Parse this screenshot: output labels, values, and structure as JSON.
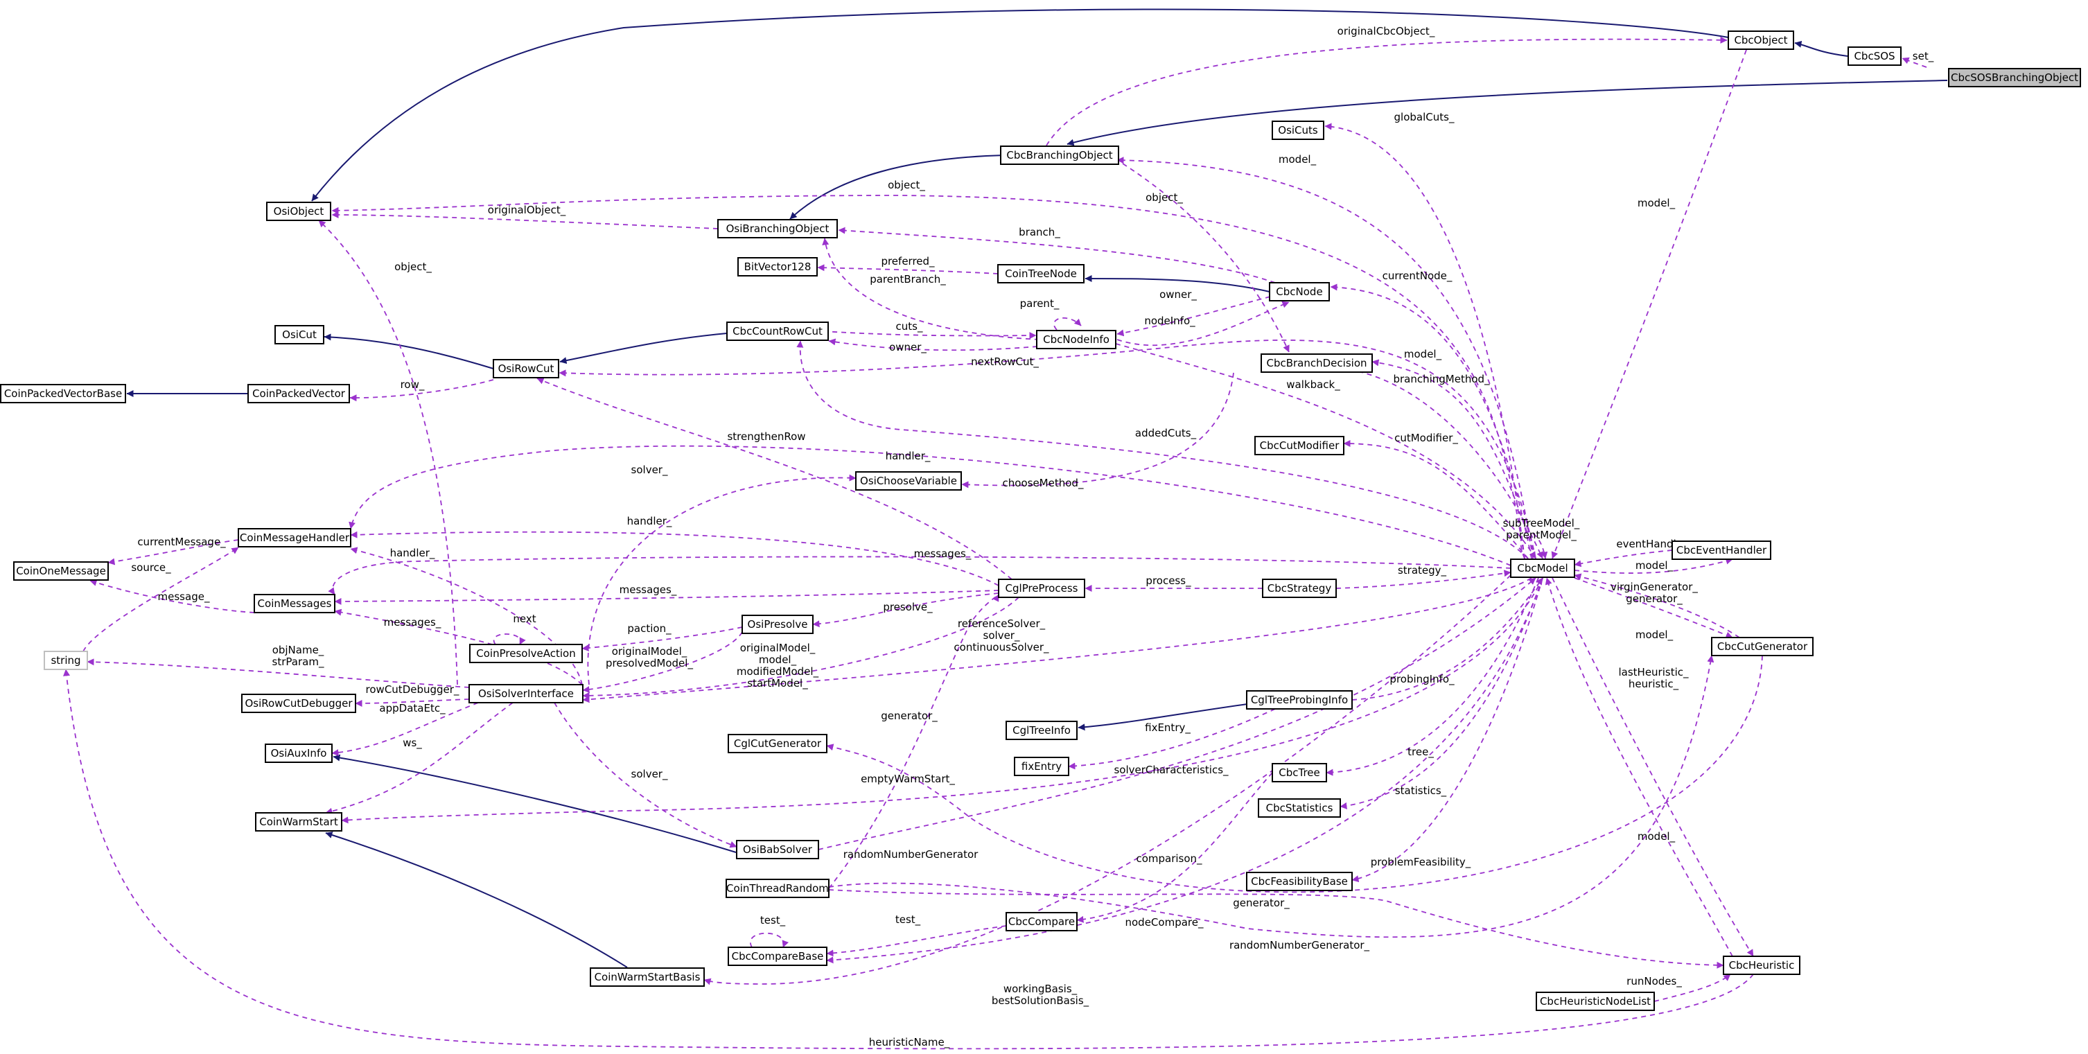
{
  "nodes": [
    {
      "id": "CbcSOSBranchingObject",
      "label": "CbcSOSBranchingObject",
      "style": "highlight"
    },
    {
      "id": "CbcSOS",
      "label": "CbcSOS"
    },
    {
      "id": "CbcObject",
      "label": "CbcObject"
    },
    {
      "id": "CbcBranchingObject",
      "label": "CbcBranchingObject"
    },
    {
      "id": "OsiCuts",
      "label": "OsiCuts"
    },
    {
      "id": "OsiObject",
      "label": "OsiObject"
    },
    {
      "id": "OsiBranchingObject",
      "label": "OsiBranchingObject"
    },
    {
      "id": "BitVector128",
      "label": "BitVector128"
    },
    {
      "id": "CoinTreeNode",
      "label": "CoinTreeNode"
    },
    {
      "id": "CbcNode",
      "label": "CbcNode"
    },
    {
      "id": "OsiCut",
      "label": "OsiCut"
    },
    {
      "id": "CbcCountRowCut",
      "label": "CbcCountRowCut"
    },
    {
      "id": "CbcNodeInfo",
      "label": "CbcNodeInfo"
    },
    {
      "id": "OsiRowCut",
      "label": "OsiRowCut"
    },
    {
      "id": "CbcBranchDecision",
      "label": "CbcBranchDecision"
    },
    {
      "id": "CoinPackedVectorBase",
      "label": "CoinPackedVectorBase"
    },
    {
      "id": "CoinPackedVector",
      "label": "CoinPackedVector"
    },
    {
      "id": "CbcCutModifier",
      "label": "CbcCutModifier"
    },
    {
      "id": "OsiChooseVariable",
      "label": "OsiChooseVariable"
    },
    {
      "id": "CoinMessageHandler",
      "label": "CoinMessageHandler"
    },
    {
      "id": "CoinOneMessage",
      "label": "CoinOneMessage"
    },
    {
      "id": "CbcModel",
      "label": "CbcModel"
    },
    {
      "id": "CbcEventHandler",
      "label": "CbcEventHandler"
    },
    {
      "id": "CoinMessages",
      "label": "CoinMessages"
    },
    {
      "id": "CglPreProcess",
      "label": "CglPreProcess"
    },
    {
      "id": "CbcStrategy",
      "label": "CbcStrategy"
    },
    {
      "id": "OsiPresolve",
      "label": "OsiPresolve"
    },
    {
      "id": "string",
      "label": "string",
      "style": "grey"
    },
    {
      "id": "CoinPresolveAction",
      "label": "CoinPresolveAction"
    },
    {
      "id": "CbcCutGenerator",
      "label": "CbcCutGenerator"
    },
    {
      "id": "OsiRowCutDebugger",
      "label": "OsiRowCutDebugger"
    },
    {
      "id": "OsiSolverInterface",
      "label": "OsiSolverInterface"
    },
    {
      "id": "CglTreeProbingInfo",
      "label": "CglTreeProbingInfo"
    },
    {
      "id": "CglCutGenerator",
      "label": "CglCutGenerator"
    },
    {
      "id": "CglTreeInfo",
      "label": "CglTreeInfo"
    },
    {
      "id": "OsiAuxInfo",
      "label": "OsiAuxInfo"
    },
    {
      "id": "fixEntry",
      "label": "fixEntry"
    },
    {
      "id": "CbcTree",
      "label": "CbcTree"
    },
    {
      "id": "CoinWarmStart",
      "label": "CoinWarmStart"
    },
    {
      "id": "CbcStatistics",
      "label": "CbcStatistics"
    },
    {
      "id": "OsiBabSolver",
      "label": "OsiBabSolver"
    },
    {
      "id": "CoinThreadRandom",
      "label": "CoinThreadRandom"
    },
    {
      "id": "CbcFeasibilityBase",
      "label": "CbcFeasibilityBase"
    },
    {
      "id": "CbcCompare",
      "label": "CbcCompare"
    },
    {
      "id": "CbcCompareBase",
      "label": "CbcCompareBase"
    },
    {
      "id": "CbcHeuristic",
      "label": "CbcHeuristic"
    },
    {
      "id": "CoinWarmStartBasis",
      "label": "CoinWarmStartBasis"
    },
    {
      "id": "CbcHeuristicNodeList",
      "label": "CbcHeuristicNodeList"
    }
  ],
  "edges": [
    {
      "kind": "inherit",
      "from": "CbcSOS",
      "to": "CbcObject",
      "label": ""
    },
    {
      "kind": "inherit",
      "from": "CbcObject",
      "to": "OsiObject",
      "label": ""
    },
    {
      "kind": "inherit",
      "from": "CbcSOSBranchingObject",
      "to": "CbcBranchingObject",
      "label": ""
    },
    {
      "kind": "inherit",
      "from": "CbcBranchingObject",
      "to": "OsiBranchingObject",
      "label": ""
    },
    {
      "kind": "inherit",
      "from": "CbcNode",
      "to": "CoinTreeNode",
      "label": ""
    },
    {
      "kind": "inherit",
      "from": "CbcCountRowCut",
      "to": "OsiRowCut",
      "label": ""
    },
    {
      "kind": "inherit",
      "from": "OsiRowCut",
      "to": "OsiCut",
      "label": ""
    },
    {
      "kind": "inherit",
      "from": "CoinPackedVector",
      "to": "CoinPackedVectorBase",
      "label": ""
    },
    {
      "kind": "inherit",
      "from": "CglTreeProbingInfo",
      "to": "CglTreeInfo",
      "label": ""
    },
    {
      "kind": "inherit",
      "from": "OsiBabSolver",
      "to": "OsiAuxInfo",
      "label": ""
    },
    {
      "kind": "inherit",
      "from": "CoinWarmStartBasis",
      "to": "CoinWarmStart",
      "label": ""
    },
    {
      "kind": "usage",
      "from": "CbcSOS",
      "to": "CbcSOSBranchingObject",
      "label": "set_"
    },
    {
      "kind": "usage",
      "from": "CbcObject",
      "to": "CbcBranchingObject",
      "label": "originalCbcObject_"
    },
    {
      "kind": "usage",
      "from": "CbcModel",
      "to": "CbcObject",
      "label": "model_"
    },
    {
      "kind": "usage",
      "from": "OsiCuts",
      "to": "CbcModel",
      "label": "globalCuts_"
    },
    {
      "kind": "usage",
      "from": "CbcModel",
      "to": "CbcBranchingObject",
      "label": "model_"
    },
    {
      "kind": "usage",
      "from": "OsiObject",
      "to": "CbcModel",
      "label": "object_"
    },
    {
      "kind": "usage",
      "from": "OsiObject",
      "to": "OsiBranchingObject",
      "label": "originalObject_"
    },
    {
      "kind": "usage",
      "from": "OsiObject",
      "to": "OsiSolverInterface",
      "label": "object_"
    },
    {
      "kind": "usage",
      "from": "CbcBranchingObject",
      "to": "CbcBranchDecision",
      "label": "object_"
    },
    {
      "kind": "usage",
      "from": "OsiBranchingObject",
      "to": "CbcNode",
      "label": "branch_"
    },
    {
      "kind": "usage",
      "from": "OsiBranchingObject",
      "to": "CbcNodeInfo",
      "label": "parentBranch_"
    },
    {
      "kind": "usage",
      "from": "BitVector128",
      "to": "CoinTreeNode",
      "label": "preferred_"
    },
    {
      "kind": "usage",
      "from": "CbcNode",
      "to": "CbcModel",
      "label": "currentNode_"
    },
    {
      "kind": "usage",
      "from": "CbcNodeInfo",
      "to": "CbcNode",
      "label": "nodeInfo_"
    },
    {
      "kind": "usage",
      "from": "CbcNode",
      "to": "CbcNodeInfo",
      "label": "owner_"
    },
    {
      "kind": "usage",
      "from": "CbcNodeInfo",
      "to": "CbcNodeInfo",
      "label": "parent_"
    },
    {
      "kind": "usage",
      "from": "CbcCountRowCut",
      "to": "CbcNodeInfo",
      "label": "cuts_"
    },
    {
      "kind": "usage",
      "from": "CbcNodeInfo",
      "to": "CbcCountRowCut",
      "label": "owner_"
    },
    {
      "kind": "usage",
      "from": "CbcNodeInfo",
      "to": "CbcModel",
      "label": "walkback_"
    },
    {
      "kind": "usage",
      "from": "OsiRowCut",
      "to": "CbcModel",
      "label": "nextRowCut_"
    },
    {
      "kind": "usage",
      "from": "CbcCountRowCut",
      "to": "CbcModel",
      "label": "addedCuts_"
    },
    {
      "kind": "usage",
      "from": "CoinPackedVector",
      "to": "OsiRowCut",
      "label": "row_"
    },
    {
      "kind": "usage",
      "from": "OsiRowCut",
      "to": "CglPreProcess",
      "label": "strengthenRow"
    },
    {
      "kind": "usage",
      "from": "CbcModel",
      "to": "CbcBranchDecision",
      "label": "model_"
    },
    {
      "kind": "usage",
      "from": "CbcBranchDecision",
      "to": "CbcModel",
      "label": "branchingMethod_"
    },
    {
      "kind": "usage",
      "from": "OsiChooseVariable",
      "to": "CbcBranchDecision",
      "label": "chooseMethod_"
    },
    {
      "kind": "usage",
      "from": "CbcCutModifier",
      "to": "CbcModel",
      "label": "cutModifier_"
    },
    {
      "kind": "usage",
      "from": "OsiSolverInterface",
      "to": "OsiChooseVariable",
      "label": "solver_"
    },
    {
      "kind": "usage",
      "from": "CoinMessageHandler",
      "to": "CbcModel",
      "label": "handler_"
    },
    {
      "kind": "usage",
      "from": "CoinMessageHandler",
      "to": "CglPreProcess",
      "label": "handler_"
    },
    {
      "kind": "usage",
      "from": "CoinMessageHandler",
      "to": "OsiSolverInterface",
      "label": "handler_"
    },
    {
      "kind": "usage",
      "from": "CoinOneMessage",
      "to": "CoinMessageHandler",
      "label": "currentMessage_"
    },
    {
      "kind": "usage",
      "from": "string",
      "to": "CoinMessageHandler",
      "label": "source_"
    },
    {
      "kind": "usage",
      "from": "CoinOneMessage",
      "to": "CoinMessages",
      "label": "message_"
    },
    {
      "kind": "usage",
      "from": "CoinMessages",
      "to": "CbcModel",
      "label": "messages_"
    },
    {
      "kind": "usage",
      "from": "CoinMessages",
      "to": "CglPreProcess",
      "label": "messages_"
    },
    {
      "kind": "usage",
      "from": "CoinMessages",
      "to": "OsiSolverInterface",
      "label": "messages_"
    },
    {
      "kind": "usage",
      "from": "CbcModel",
      "to": "CbcModel",
      "label": "subTreeModel_\nparentModel_"
    },
    {
      "kind": "usage",
      "from": "CbcEventHandler",
      "to": "CbcModel",
      "label": "eventHandler_"
    },
    {
      "kind": "usage",
      "from": "CbcModel",
      "to": "CbcEventHandler",
      "label": "model_"
    },
    {
      "kind": "usage",
      "from": "CglPreProcess",
      "to": "CbcStrategy",
      "label": "process_"
    },
    {
      "kind": "usage",
      "from": "CbcStrategy",
      "to": "CbcModel",
      "label": "strategy_"
    },
    {
      "kind": "usage",
      "from": "OsiPresolve",
      "to": "CglPreProcess",
      "label": "presolve_"
    },
    {
      "kind": "usage",
      "from": "CoinPresolveAction",
      "to": "OsiPresolve",
      "label": "paction_"
    },
    {
      "kind": "usage",
      "from": "CoinPresolveAction",
      "to": "CoinPresolveAction",
      "label": "next"
    },
    {
      "kind": "usage",
      "from": "OsiSolverInterface",
      "to": "OsiPresolve",
      "label": "originalModel_\npresolvedModel_"
    },
    {
      "kind": "usage",
      "from": "OsiSolverInterface",
      "to": "CglPreProcess",
      "label": "originalModel_\nmodel_\nmodifiedModel_\nstartModel_"
    },
    {
      "kind": "usage",
      "from": "OsiSolverInterface",
      "to": "CbcModel",
      "label": "referenceSolver_\nsolver_\ncontinuousSolver_"
    },
    {
      "kind": "usage",
      "from": "CbcCutGenerator",
      "to": "CbcModel",
      "label": "virginGenerator_\ngenerator_"
    },
    {
      "kind": "usage",
      "from": "CbcModel",
      "to": "CbcCutGenerator",
      "label": "model_"
    },
    {
      "kind": "usage",
      "from": "string",
      "to": "OsiSolverInterface",
      "label": "objName_\nstrParam_"
    },
    {
      "kind": "usage",
      "from": "OsiRowCutDebugger",
      "to": "OsiSolverInterface",
      "label": "rowCutDebugger_"
    },
    {
      "kind": "usage",
      "from": "OsiAuxInfo",
      "to": "OsiSolverInterface",
      "label": "appDataEtc_"
    },
    {
      "kind": "usage",
      "from": "CoinWarmStart",
      "to": "OsiSolverInterface",
      "label": "ws_"
    },
    {
      "kind": "usage",
      "from": "CglTreeProbingInfo",
      "to": "CbcModel",
      "label": "probingInfo_"
    },
    {
      "kind": "usage",
      "from": "CglCutGenerator",
      "to": "CbcCutGenerator",
      "label": "generator_"
    },
    {
      "kind": "usage",
      "from": "fixEntry",
      "to": "CglTreeProbingInfo",
      "label": "fixEntry_"
    },
    {
      "kind": "usage",
      "from": "OsiBabSolver",
      "to": "CbcModel",
      "label": "solverCharacteristics_"
    },
    {
      "kind": "usage",
      "from": "CbcTree",
      "to": "CbcModel",
      "label": "tree_"
    },
    {
      "kind": "usage",
      "from": "CoinWarmStart",
      "to": "CbcModel",
      "label": "emptyWarmStart_"
    },
    {
      "kind": "usage",
      "from": "CbcStatistics",
      "to": "CbcModel",
      "label": "statistics_"
    },
    {
      "kind": "usage",
      "from": "OsiSolverInterface",
      "to": "OsiBabSolver",
      "label": "solver_"
    },
    {
      "kind": "usage",
      "from": "CoinThreadRandom",
      "to": "CglPreProcess",
      "label": "randomNumberGenerator"
    },
    {
      "kind": "usage",
      "from": "CbcCompare",
      "to": "CbcTree",
      "label": "comparison_"
    },
    {
      "kind": "usage",
      "from": "CbcFeasibilityBase",
      "to": "CbcModel",
      "label": "problemFeasibility_"
    },
    {
      "kind": "usage",
      "from": "CoinThreadRandom",
      "to": "CbcCutGenerator",
      "label": "generator_"
    },
    {
      "kind": "usage",
      "from": "CbcCompareBase",
      "to": "CbcCompare",
      "label": "test_"
    },
    {
      "kind": "usage",
      "from": "CbcCompareBase",
      "to": "CbcCompareBase",
      "label": "test_"
    },
    {
      "kind": "usage",
      "from": "CbcCompareBase",
      "to": "CbcModel",
      "label": "nodeCompare_"
    },
    {
      "kind": "usage",
      "from": "CoinThreadRandom",
      "to": "CbcHeuristic",
      "label": "randomNumberGenerator_"
    },
    {
      "kind": "usage",
      "from": "CbcHeuristic",
      "to": "CbcModel",
      "label": "lastHeuristic_\nheuristic_"
    },
    {
      "kind": "usage",
      "from": "CbcModel",
      "to": "CbcHeuristic",
      "label": "model_"
    },
    {
      "kind": "usage",
      "from": "CoinWarmStartBasis",
      "to": "CbcModel",
      "label": "workingBasis_\nbestSolutionBasis_"
    },
    {
      "kind": "usage",
      "from": "CbcHeuristicNodeList",
      "to": "CbcHeuristic",
      "label": "runNodes_"
    },
    {
      "kind": "usage",
      "from": "string",
      "to": "CbcHeuristic",
      "label": "heuristicName_"
    }
  ]
}
